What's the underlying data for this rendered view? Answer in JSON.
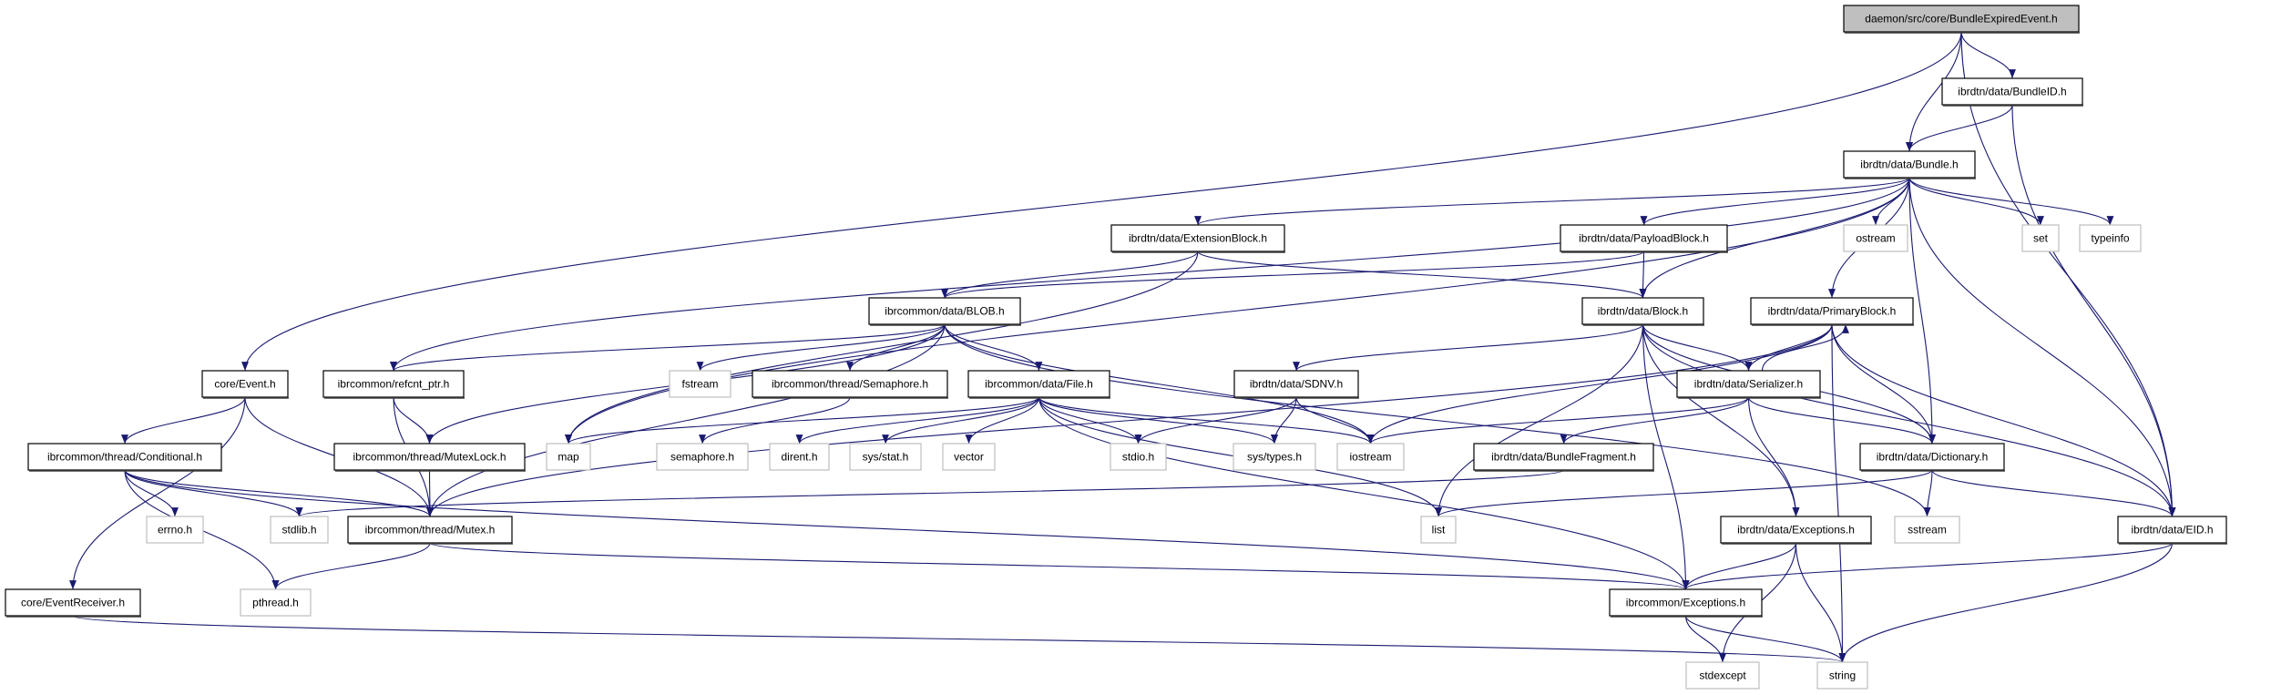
{
  "colors": {
    "edge": "#191970",
    "root_fill": "#bfbfbf",
    "node_border": "#000000",
    "system_border": "#bfbfbf"
  },
  "nodes": {
    "root": {
      "label": "daemon/src/core/BundleExpiredEvent.h",
      "kind": "root"
    },
    "bundleid": {
      "label": "ibrdtn/data/BundleID.h",
      "kind": "local"
    },
    "bundle": {
      "label": "ibrdtn/data/Bundle.h",
      "kind": "local"
    },
    "extblock": {
      "label": "ibrdtn/data/ExtensionBlock.h",
      "kind": "local"
    },
    "payload": {
      "label": "ibrdtn/data/PayloadBlock.h",
      "kind": "local"
    },
    "ostream": {
      "label": "ostream",
      "kind": "system"
    },
    "set": {
      "label": "set",
      "kind": "system"
    },
    "typeinfo": {
      "label": "typeinfo",
      "kind": "system"
    },
    "blob": {
      "label": "ibrcommon/data/BLOB.h",
      "kind": "local"
    },
    "block": {
      "label": "ibrdtn/data/Block.h",
      "kind": "local"
    },
    "primary": {
      "label": "ibrdtn/data/PrimaryBlock.h",
      "kind": "local"
    },
    "event": {
      "label": "core/Event.h",
      "kind": "local"
    },
    "refcnt": {
      "label": "ibrcommon/refcnt_ptr.h",
      "kind": "local"
    },
    "fstream": {
      "label": "fstream",
      "kind": "system"
    },
    "semaphore": {
      "label": "ibrcommon/thread/Semaphore.h",
      "kind": "local"
    },
    "file": {
      "label": "ibrcommon/data/File.h",
      "kind": "local"
    },
    "sdnv": {
      "label": "ibrdtn/data/SDNV.h",
      "kind": "local"
    },
    "serializer": {
      "label": "ibrdtn/data/Serializer.h",
      "kind": "local"
    },
    "conditional": {
      "label": "ibrcommon/thread/Conditional.h",
      "kind": "local"
    },
    "mutexlock": {
      "label": "ibrcommon/thread/MutexLock.h",
      "kind": "local"
    },
    "map": {
      "label": "map",
      "kind": "system"
    },
    "semaphore_h": {
      "label": "semaphore.h",
      "kind": "system"
    },
    "dirent": {
      "label": "dirent.h",
      "kind": "system"
    },
    "sysstat": {
      "label": "sys/stat.h",
      "kind": "system"
    },
    "vector": {
      "label": "vector",
      "kind": "system"
    },
    "stdio": {
      "label": "stdio.h",
      "kind": "system"
    },
    "systypes": {
      "label": "sys/types.h",
      "kind": "system"
    },
    "iostream": {
      "label": "iostream",
      "kind": "system"
    },
    "fragment": {
      "label": "ibrdtn/data/BundleFragment.h",
      "kind": "local"
    },
    "dictionary": {
      "label": "ibrdtn/data/Dictionary.h",
      "kind": "local"
    },
    "errno": {
      "label": "errno.h",
      "kind": "system"
    },
    "stdlib": {
      "label": "stdlib.h",
      "kind": "system"
    },
    "mutex": {
      "label": "ibrcommon/thread/Mutex.h",
      "kind": "local"
    },
    "list": {
      "label": "list",
      "kind": "system"
    },
    "dtnexc": {
      "label": "ibrdtn/data/Exceptions.h",
      "kind": "local"
    },
    "sstream": {
      "label": "sstream",
      "kind": "system"
    },
    "eid": {
      "label": "ibrdtn/data/EID.h",
      "kind": "local"
    },
    "receiver": {
      "label": "core/EventReceiver.h",
      "kind": "local"
    },
    "pthread": {
      "label": "pthread.h",
      "kind": "system"
    },
    "comexc": {
      "label": "ibrcommon/Exceptions.h",
      "kind": "local"
    },
    "stdexcept": {
      "label": "stdexcept",
      "kind": "system"
    },
    "string": {
      "label": "string",
      "kind": "system"
    }
  },
  "edges": [
    [
      "root",
      "event"
    ],
    [
      "root",
      "bundle"
    ],
    [
      "root",
      "bundleid"
    ],
    [
      "root",
      "eid"
    ],
    [
      "bundleid",
      "bundle"
    ],
    [
      "bundleid",
      "eid"
    ],
    [
      "bundle",
      "map"
    ],
    [
      "bundle",
      "refcnt"
    ],
    [
      "bundle",
      "extblock"
    ],
    [
      "bundle",
      "payload"
    ],
    [
      "bundle",
      "ostream"
    ],
    [
      "bundle",
      "set"
    ],
    [
      "bundle",
      "typeinfo"
    ],
    [
      "bundle",
      "eid"
    ],
    [
      "bundle",
      "block"
    ],
    [
      "bundle",
      "primary"
    ],
    [
      "bundle",
      "dictionary"
    ],
    [
      "extblock",
      "blob"
    ],
    [
      "extblock",
      "block"
    ],
    [
      "extblock",
      "map"
    ],
    [
      "payload",
      "blob"
    ],
    [
      "payload",
      "block"
    ],
    [
      "blob",
      "refcnt"
    ],
    [
      "blob",
      "mutexlock"
    ],
    [
      "blob",
      "mutex"
    ],
    [
      "blob",
      "fstream"
    ],
    [
      "blob",
      "semaphore"
    ],
    [
      "blob",
      "file"
    ],
    [
      "blob",
      "iostream"
    ],
    [
      "blob",
      "sstream"
    ],
    [
      "event",
      "conditional"
    ],
    [
      "event",
      "mutex"
    ],
    [
      "event",
      "receiver"
    ],
    [
      "refcnt",
      "mutexlock"
    ],
    [
      "refcnt",
      "mutex"
    ],
    [
      "conditional",
      "errno"
    ],
    [
      "conditional",
      "stdlib"
    ],
    [
      "conditional",
      "mutex"
    ],
    [
      "conditional",
      "pthread"
    ],
    [
      "conditional",
      "comexc"
    ],
    [
      "mutexlock",
      "mutex"
    ],
    [
      "mutex",
      "pthread"
    ],
    [
      "mutex",
      "comexc"
    ],
    [
      "semaphore",
      "semaphore_h"
    ],
    [
      "file",
      "map"
    ],
    [
      "file",
      "dirent"
    ],
    [
      "file",
      "sysstat"
    ],
    [
      "file",
      "vector"
    ],
    [
      "file",
      "stdio"
    ],
    [
      "file",
      "systypes"
    ],
    [
      "file",
      "iostream"
    ],
    [
      "file",
      "list"
    ],
    [
      "file",
      "comexc"
    ],
    [
      "sdnv",
      "stdio"
    ],
    [
      "sdnv",
      "systypes"
    ],
    [
      "sdnv",
      "iostream"
    ],
    [
      "block",
      "sdnv"
    ],
    [
      "block",
      "serializer"
    ],
    [
      "block",
      "dictionary"
    ],
    [
      "block",
      "eid"
    ],
    [
      "block",
      "list"
    ],
    [
      "block",
      "dtnexc"
    ],
    [
      "block",
      "comexc"
    ],
    [
      "primary",
      "serializer"
    ],
    [
      "primary",
      "dictionary"
    ],
    [
      "primary",
      "eid"
    ],
    [
      "primary",
      "iostream"
    ],
    [
      "primary",
      "string"
    ],
    [
      "primary",
      "mutex"
    ],
    [
      "serializer",
      "primary"
    ],
    [
      "serializer",
      "iostream"
    ],
    [
      "serializer",
      "fragment"
    ],
    [
      "serializer",
      "dictionary"
    ],
    [
      "serializer",
      "dtnexc"
    ],
    [
      "fragment",
      "stdlib"
    ],
    [
      "dictionary",
      "list"
    ],
    [
      "dictionary",
      "sstream"
    ],
    [
      "dictionary",
      "eid"
    ],
    [
      "dtnexc",
      "comexc"
    ],
    [
      "dtnexc",
      "stdexcept"
    ],
    [
      "dtnexc",
      "string"
    ],
    [
      "eid",
      "comexc"
    ],
    [
      "eid",
      "string"
    ],
    [
      "comexc",
      "stdexcept"
    ],
    [
      "comexc",
      "string"
    ],
    [
      "receiver",
      "string"
    ]
  ]
}
